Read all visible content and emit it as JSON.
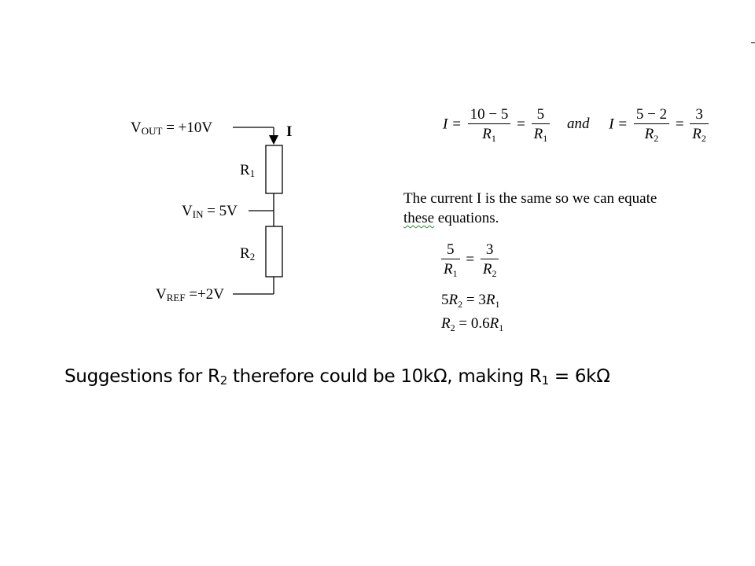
{
  "circuit": {
    "vout": {
      "name": "V",
      "sub": "OUT",
      "value": " = +10V"
    },
    "current": "I",
    "r1": {
      "name": "R",
      "sub": "1"
    },
    "vin": {
      "name": "V",
      "sub": "IN",
      "value": " = 5V"
    },
    "r2": {
      "name": "R",
      "sub": "2"
    },
    "vref": {
      "name": "V",
      "sub": "REF",
      "value": " =+2V"
    }
  },
  "equation_top": {
    "lhs1": "I =",
    "frac1": {
      "num": "10 − 5",
      "den_var": "R",
      "den_sub": "1"
    },
    "eq1": "=",
    "frac2": {
      "num": "5",
      "den_var": "R",
      "den_sub": "1"
    },
    "and_word": "and",
    "lhs2": "I =",
    "frac3": {
      "num": "5 − 2",
      "den_var": "R",
      "den_sub": "2"
    },
    "eq2": "=",
    "frac4": {
      "num": "3",
      "den_var": "R",
      "den_sub": "2"
    }
  },
  "statement": {
    "line1": "The current I is the same so we can equate",
    "line2_marked": "these",
    "line2_rest": " equations."
  },
  "derivation": {
    "frac_a": {
      "num": "5",
      "den_var": "R",
      "den_sub": "1"
    },
    "eq": "=",
    "frac_b": {
      "num": "3",
      "den_var": "R",
      "den_sub": "2"
    },
    "line2": {
      "lhs_coef": "5",
      "lhs_var": "R",
      "lhs_sub": "2",
      "mid": " = 3",
      "rhs_var": "R",
      "rhs_sub": "1"
    },
    "line3": {
      "lhs_var": "R",
      "lhs_sub": "2",
      "mid": " = 0.6",
      "rhs_var": "R",
      "rhs_sub": "1"
    }
  },
  "suggestion": {
    "part1": "Suggestions for R",
    "sub1": "2",
    "part2": " therefore could be 10kΩ, making R",
    "sub2": "1",
    "part3": " = 6kΩ"
  }
}
